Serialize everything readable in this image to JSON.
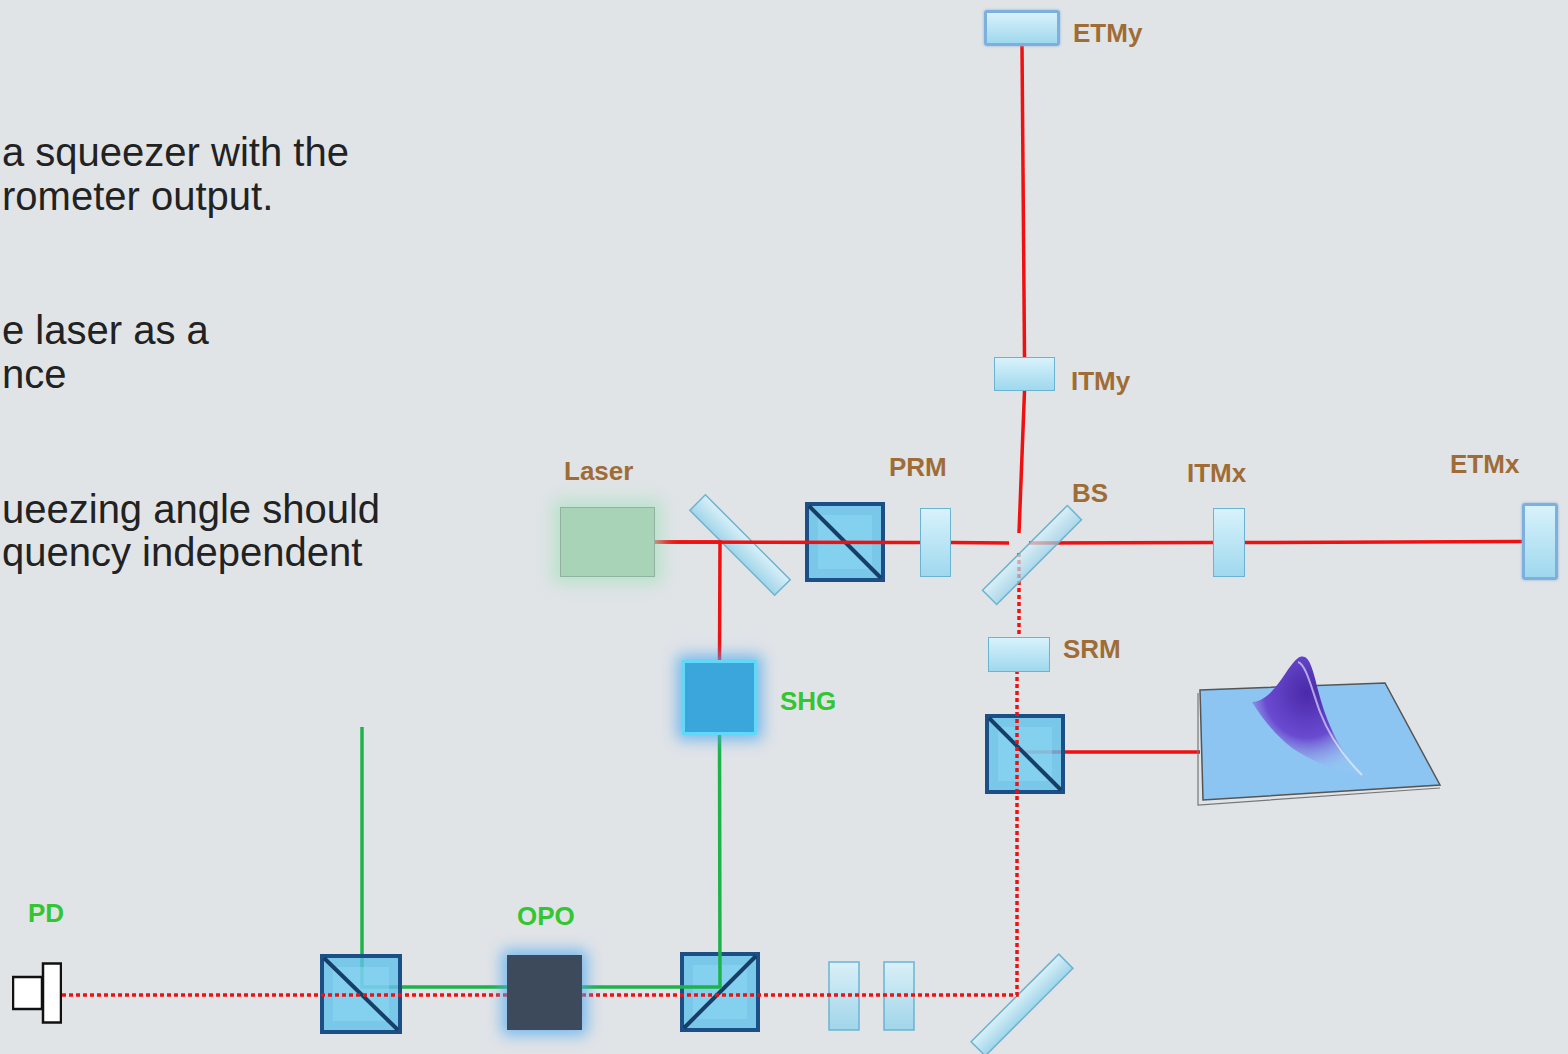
{
  "diagram": {
    "nodes": [
      {
        "text": [
          "ETMy"
        ]
      },
      {
        "text": [
          "ITMy"
        ]
      },
      {
        "text": [
          "Laser"
        ]
      },
      {
        "text": [
          "PRM"
        ]
      },
      {
        "text": [
          "BS"
        ]
      },
      {
        "text": [
          "ITMx"
        ]
      },
      {
        "text": [
          "ETMx"
        ]
      },
      {
        "text": [
          "SRM"
        ]
      },
      {
        "text": [
          "SHG"
        ]
      },
      {
        "text": [
          "PD"
        ]
      },
      {
        "text": [
          "OPO"
        ]
      }
    ],
    "edges": [
      {
        "from": 2,
        "to": 3,
        "arrow": "none"
      },
      {
        "from": 3,
        "to": 4,
        "arrow": "none"
      },
      {
        "from": 4,
        "to": 5,
        "arrow": "none"
      },
      {
        "from": 5,
        "to": 6,
        "arrow": "none"
      },
      {
        "from": 4,
        "to": 1,
        "arrow": "none"
      },
      {
        "from": 1,
        "to": 0,
        "arrow": "none"
      },
      {
        "from": 4,
        "to": 7,
        "arrow": "none"
      },
      {
        "from": 2,
        "to": 8,
        "arrow": "none"
      },
      {
        "from": 8,
        "to": 10,
        "arrow": "none"
      },
      {
        "from": 10,
        "to": 9,
        "arrow": "none"
      },
      {
        "from": 10,
        "to": 7,
        "arrow": "none"
      }
    ],
    "labels": [
      "a squeezer with the",
      "rometer output.",
      "e laser as a",
      "nce",
      "ueezing angle should",
      "quency independent"
    ]
  }
}
